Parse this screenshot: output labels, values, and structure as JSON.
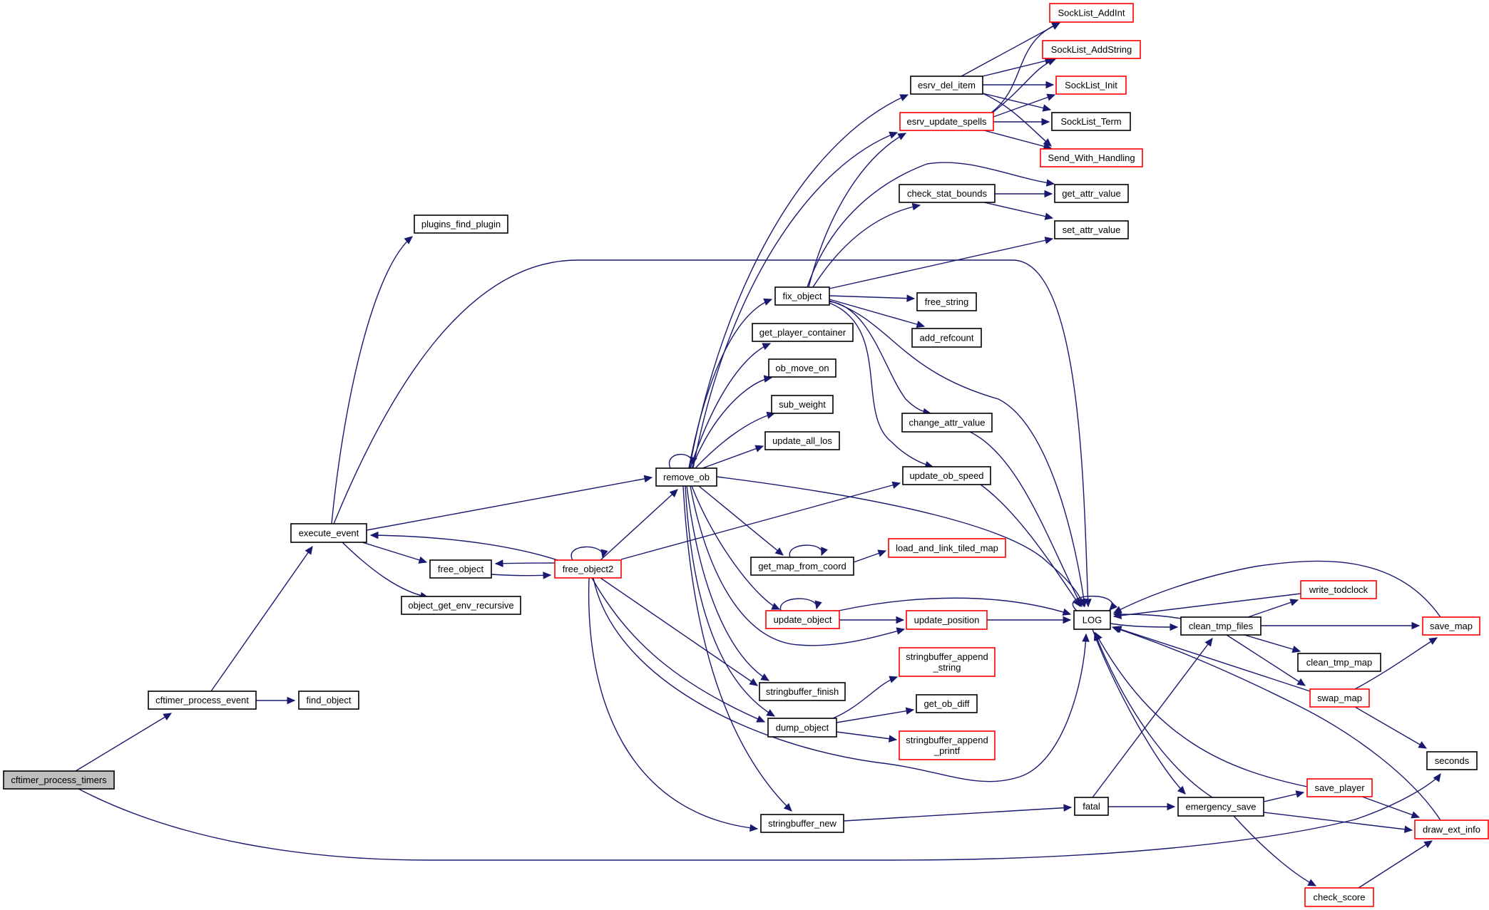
{
  "diagram": {
    "title": "Call graph for cftimer_process_timers",
    "colors": {
      "edge": "#191970",
      "root_fill": "#bfbfbf",
      "node_fill": "#ffffff",
      "node_border": "#000000",
      "truncated_border": "#ff0000"
    },
    "nodes": [
      {
        "id": "cftimer_process_timers",
        "label": [
          "cftimer_process_timers"
        ],
        "kind": "root"
      },
      {
        "id": "cftimer_process_event",
        "label": [
          "cftimer_process_event"
        ],
        "kind": "normal"
      },
      {
        "id": "find_object",
        "label": [
          "find_object"
        ],
        "kind": "normal"
      },
      {
        "id": "execute_event",
        "label": [
          "execute_event"
        ],
        "kind": "normal"
      },
      {
        "id": "plugins_find_plugin",
        "label": [
          "plugins_find_plugin"
        ],
        "kind": "normal"
      },
      {
        "id": "free_object",
        "label": [
          "free_object"
        ],
        "kind": "normal"
      },
      {
        "id": "object_get_env_recursive",
        "label": [
          "object_get_env_recursive"
        ],
        "kind": "normal"
      },
      {
        "id": "free_object2",
        "label": [
          "free_object2"
        ],
        "kind": "truncated"
      },
      {
        "id": "remove_ob",
        "label": [
          "remove_ob"
        ],
        "kind": "normal"
      },
      {
        "id": "esrv_del_item",
        "label": [
          "esrv_del_item"
        ],
        "kind": "normal"
      },
      {
        "id": "esrv_update_spells",
        "label": [
          "esrv_update_spells"
        ],
        "kind": "truncated"
      },
      {
        "id": "check_stat_bounds",
        "label": [
          "check_stat_bounds"
        ],
        "kind": "normal"
      },
      {
        "id": "fix_object",
        "label": [
          "fix_object"
        ],
        "kind": "normal"
      },
      {
        "id": "get_player_container",
        "label": [
          "get_player_container"
        ],
        "kind": "normal"
      },
      {
        "id": "ob_move_on",
        "label": [
          "ob_move_on"
        ],
        "kind": "normal"
      },
      {
        "id": "sub_weight",
        "label": [
          "sub_weight"
        ],
        "kind": "normal"
      },
      {
        "id": "update_all_los",
        "label": [
          "update_all_los"
        ],
        "kind": "normal"
      },
      {
        "id": "get_map_from_coord",
        "label": [
          "get_map_from_coord"
        ],
        "kind": "normal"
      },
      {
        "id": "update_object",
        "label": [
          "update_object"
        ],
        "kind": "truncated"
      },
      {
        "id": "stringbuffer_finish",
        "label": [
          "stringbuffer_finish"
        ],
        "kind": "normal"
      },
      {
        "id": "dump_object",
        "label": [
          "dump_object"
        ],
        "kind": "normal"
      },
      {
        "id": "stringbuffer_new",
        "label": [
          "stringbuffer_new"
        ],
        "kind": "normal"
      },
      {
        "id": "SockList_AddInt",
        "label": [
          "SockList_AddInt"
        ],
        "kind": "truncated"
      },
      {
        "id": "SockList_AddString",
        "label": [
          "SockList_AddString"
        ],
        "kind": "truncated"
      },
      {
        "id": "SockList_Init",
        "label": [
          "SockList_Init"
        ],
        "kind": "truncated"
      },
      {
        "id": "SockList_Term",
        "label": [
          "SockList_Term"
        ],
        "kind": "normal"
      },
      {
        "id": "Send_With_Handling",
        "label": [
          "Send_With_Handling"
        ],
        "kind": "truncated"
      },
      {
        "id": "get_attr_value",
        "label": [
          "get_attr_value"
        ],
        "kind": "normal"
      },
      {
        "id": "set_attr_value",
        "label": [
          "set_attr_value"
        ],
        "kind": "normal"
      },
      {
        "id": "free_string",
        "label": [
          "free_string"
        ],
        "kind": "normal"
      },
      {
        "id": "add_refcount",
        "label": [
          "add_refcount"
        ],
        "kind": "normal"
      },
      {
        "id": "change_attr_value",
        "label": [
          "change_attr_value"
        ],
        "kind": "normal"
      },
      {
        "id": "update_ob_speed",
        "label": [
          "update_ob_speed"
        ],
        "kind": "normal"
      },
      {
        "id": "load_and_link_tiled_map",
        "label": [
          "load_and_link_tiled_map"
        ],
        "kind": "truncated"
      },
      {
        "id": "update_position",
        "label": [
          "update_position"
        ],
        "kind": "truncated"
      },
      {
        "id": "stringbuffer_append_string",
        "label": [
          "stringbuffer_append",
          "_string"
        ],
        "kind": "truncated"
      },
      {
        "id": "get_ob_diff",
        "label": [
          "get_ob_diff"
        ],
        "kind": "normal"
      },
      {
        "id": "stringbuffer_append_printf",
        "label": [
          "stringbuffer_append",
          "_printf"
        ],
        "kind": "truncated"
      },
      {
        "id": "LOG",
        "label": [
          "LOG"
        ],
        "kind": "normal"
      },
      {
        "id": "fatal",
        "label": [
          "fatal"
        ],
        "kind": "normal"
      },
      {
        "id": "clean_tmp_files",
        "label": [
          "clean_tmp_files"
        ],
        "kind": "normal"
      },
      {
        "id": "emergency_save",
        "label": [
          "emergency_save"
        ],
        "kind": "normal"
      },
      {
        "id": "write_todclock",
        "label": [
          "write_todclock"
        ],
        "kind": "truncated"
      },
      {
        "id": "clean_tmp_map",
        "label": [
          "clean_tmp_map"
        ],
        "kind": "normal"
      },
      {
        "id": "swap_map",
        "label": [
          "swap_map"
        ],
        "kind": "truncated"
      },
      {
        "id": "save_map",
        "label": [
          "save_map"
        ],
        "kind": "truncated"
      },
      {
        "id": "save_player",
        "label": [
          "save_player"
        ],
        "kind": "truncated"
      },
      {
        "id": "check_score",
        "label": [
          "check_score"
        ],
        "kind": "truncated"
      },
      {
        "id": "seconds",
        "label": [
          "seconds"
        ],
        "kind": "normal"
      },
      {
        "id": "draw_ext_info",
        "label": [
          "draw_ext_info"
        ],
        "kind": "truncated"
      }
    ],
    "edges": [
      {
        "from": "cftimer_process_timers",
        "to": "cftimer_process_event"
      },
      {
        "from": "cftimer_process_timers",
        "to": "seconds"
      },
      {
        "from": "cftimer_process_event",
        "to": "execute_event"
      },
      {
        "from": "cftimer_process_event",
        "to": "find_object"
      },
      {
        "from": "execute_event",
        "to": "plugins_find_plugin"
      },
      {
        "from": "execute_event",
        "to": "LOG"
      },
      {
        "from": "execute_event",
        "to": "remove_ob"
      },
      {
        "from": "execute_event",
        "to": "free_object"
      },
      {
        "from": "execute_event",
        "to": "object_get_env_recursive"
      },
      {
        "from": "free_object",
        "to": "free_object2"
      },
      {
        "from": "free_object2",
        "to": "free_object"
      },
      {
        "from": "free_object2",
        "to": "execute_event"
      },
      {
        "from": "free_object2",
        "to": "free_object2"
      },
      {
        "from": "free_object2",
        "to": "remove_ob"
      },
      {
        "from": "free_object2",
        "to": "update_ob_speed"
      },
      {
        "from": "free_object2",
        "to": "stringbuffer_finish"
      },
      {
        "from": "free_object2",
        "to": "dump_object"
      },
      {
        "from": "free_object2",
        "to": "stringbuffer_new"
      },
      {
        "from": "free_object2",
        "to": "LOG"
      },
      {
        "from": "remove_ob",
        "to": "remove_ob"
      },
      {
        "from": "remove_ob",
        "to": "esrv_del_item"
      },
      {
        "from": "remove_ob",
        "to": "esrv_update_spells"
      },
      {
        "from": "remove_ob",
        "to": "fix_object"
      },
      {
        "from": "remove_ob",
        "to": "get_player_container"
      },
      {
        "from": "remove_ob",
        "to": "ob_move_on"
      },
      {
        "from": "remove_ob",
        "to": "sub_weight"
      },
      {
        "from": "remove_ob",
        "to": "update_all_los"
      },
      {
        "from": "remove_ob",
        "to": "LOG"
      },
      {
        "from": "remove_ob",
        "to": "get_map_from_coord"
      },
      {
        "from": "remove_ob",
        "to": "update_object"
      },
      {
        "from": "remove_ob",
        "to": "update_position"
      },
      {
        "from": "remove_ob",
        "to": "stringbuffer_finish"
      },
      {
        "from": "remove_ob",
        "to": "dump_object"
      },
      {
        "from": "remove_ob",
        "to": "stringbuffer_new"
      },
      {
        "from": "esrv_del_item",
        "to": "SockList_AddInt"
      },
      {
        "from": "esrv_del_item",
        "to": "SockList_AddString"
      },
      {
        "from": "esrv_del_item",
        "to": "SockList_Init"
      },
      {
        "from": "esrv_del_item",
        "to": "SockList_Term"
      },
      {
        "from": "esrv_del_item",
        "to": "Send_With_Handling"
      },
      {
        "from": "esrv_update_spells",
        "to": "SockList_AddInt"
      },
      {
        "from": "esrv_update_spells",
        "to": "SockList_AddString"
      },
      {
        "from": "esrv_update_spells",
        "to": "SockList_Init"
      },
      {
        "from": "esrv_update_spells",
        "to": "SockList_Term"
      },
      {
        "from": "esrv_update_spells",
        "to": "Send_With_Handling"
      },
      {
        "from": "fix_object",
        "to": "esrv_update_spells"
      },
      {
        "from": "fix_object",
        "to": "check_stat_bounds"
      },
      {
        "from": "fix_object",
        "to": "get_attr_value"
      },
      {
        "from": "fix_object",
        "to": "set_attr_value"
      },
      {
        "from": "fix_object",
        "to": "free_string"
      },
      {
        "from": "fix_object",
        "to": "add_refcount"
      },
      {
        "from": "fix_object",
        "to": "change_attr_value"
      },
      {
        "from": "fix_object",
        "to": "update_ob_speed"
      },
      {
        "from": "fix_object",
        "to": "LOG"
      },
      {
        "from": "check_stat_bounds",
        "to": "get_attr_value"
      },
      {
        "from": "check_stat_bounds",
        "to": "set_attr_value"
      },
      {
        "from": "change_attr_value",
        "to": "LOG"
      },
      {
        "from": "update_ob_speed",
        "to": "LOG"
      },
      {
        "from": "get_map_from_coord",
        "to": "get_map_from_coord"
      },
      {
        "from": "get_map_from_coord",
        "to": "load_and_link_tiled_map"
      },
      {
        "from": "update_object",
        "to": "update_object"
      },
      {
        "from": "update_object",
        "to": "update_position"
      },
      {
        "from": "update_object",
        "to": "LOG"
      },
      {
        "from": "update_position",
        "to": "LOG"
      },
      {
        "from": "dump_object",
        "to": "stringbuffer_append_string"
      },
      {
        "from": "dump_object",
        "to": "get_ob_diff"
      },
      {
        "from": "dump_object",
        "to": "stringbuffer_append_printf"
      },
      {
        "from": "stringbuffer_new",
        "to": "fatal"
      },
      {
        "from": "LOG",
        "to": "LOG"
      },
      {
        "from": "LOG",
        "to": "clean_tmp_files"
      },
      {
        "from": "LOG",
        "to": "emergency_save"
      },
      {
        "from": "fatal",
        "to": "clean_tmp_files"
      },
      {
        "from": "fatal",
        "to": "emergency_save"
      },
      {
        "from": "clean_tmp_files",
        "to": "LOG"
      },
      {
        "from": "clean_tmp_files",
        "to": "write_todclock"
      },
      {
        "from": "clean_tmp_files",
        "to": "save_map"
      },
      {
        "from": "clean_tmp_files",
        "to": "clean_tmp_map"
      },
      {
        "from": "clean_tmp_files",
        "to": "swap_map"
      },
      {
        "from": "write_todclock",
        "to": "LOG"
      },
      {
        "from": "save_map",
        "to": "LOG"
      },
      {
        "from": "swap_map",
        "to": "LOG"
      },
      {
        "from": "swap_map",
        "to": "save_map"
      },
      {
        "from": "swap_map",
        "to": "seconds"
      },
      {
        "from": "emergency_save",
        "to": "LOG"
      },
      {
        "from": "emergency_save",
        "to": "save_player"
      },
      {
        "from": "emergency_save",
        "to": "draw_ext_info"
      },
      {
        "from": "emergency_save",
        "to": "check_score"
      },
      {
        "from": "save_player",
        "to": "LOG"
      },
      {
        "from": "save_player",
        "to": "draw_ext_info"
      },
      {
        "from": "check_score",
        "to": "draw_ext_info"
      },
      {
        "from": "draw_ext_info",
        "to": "LOG"
      }
    ]
  }
}
